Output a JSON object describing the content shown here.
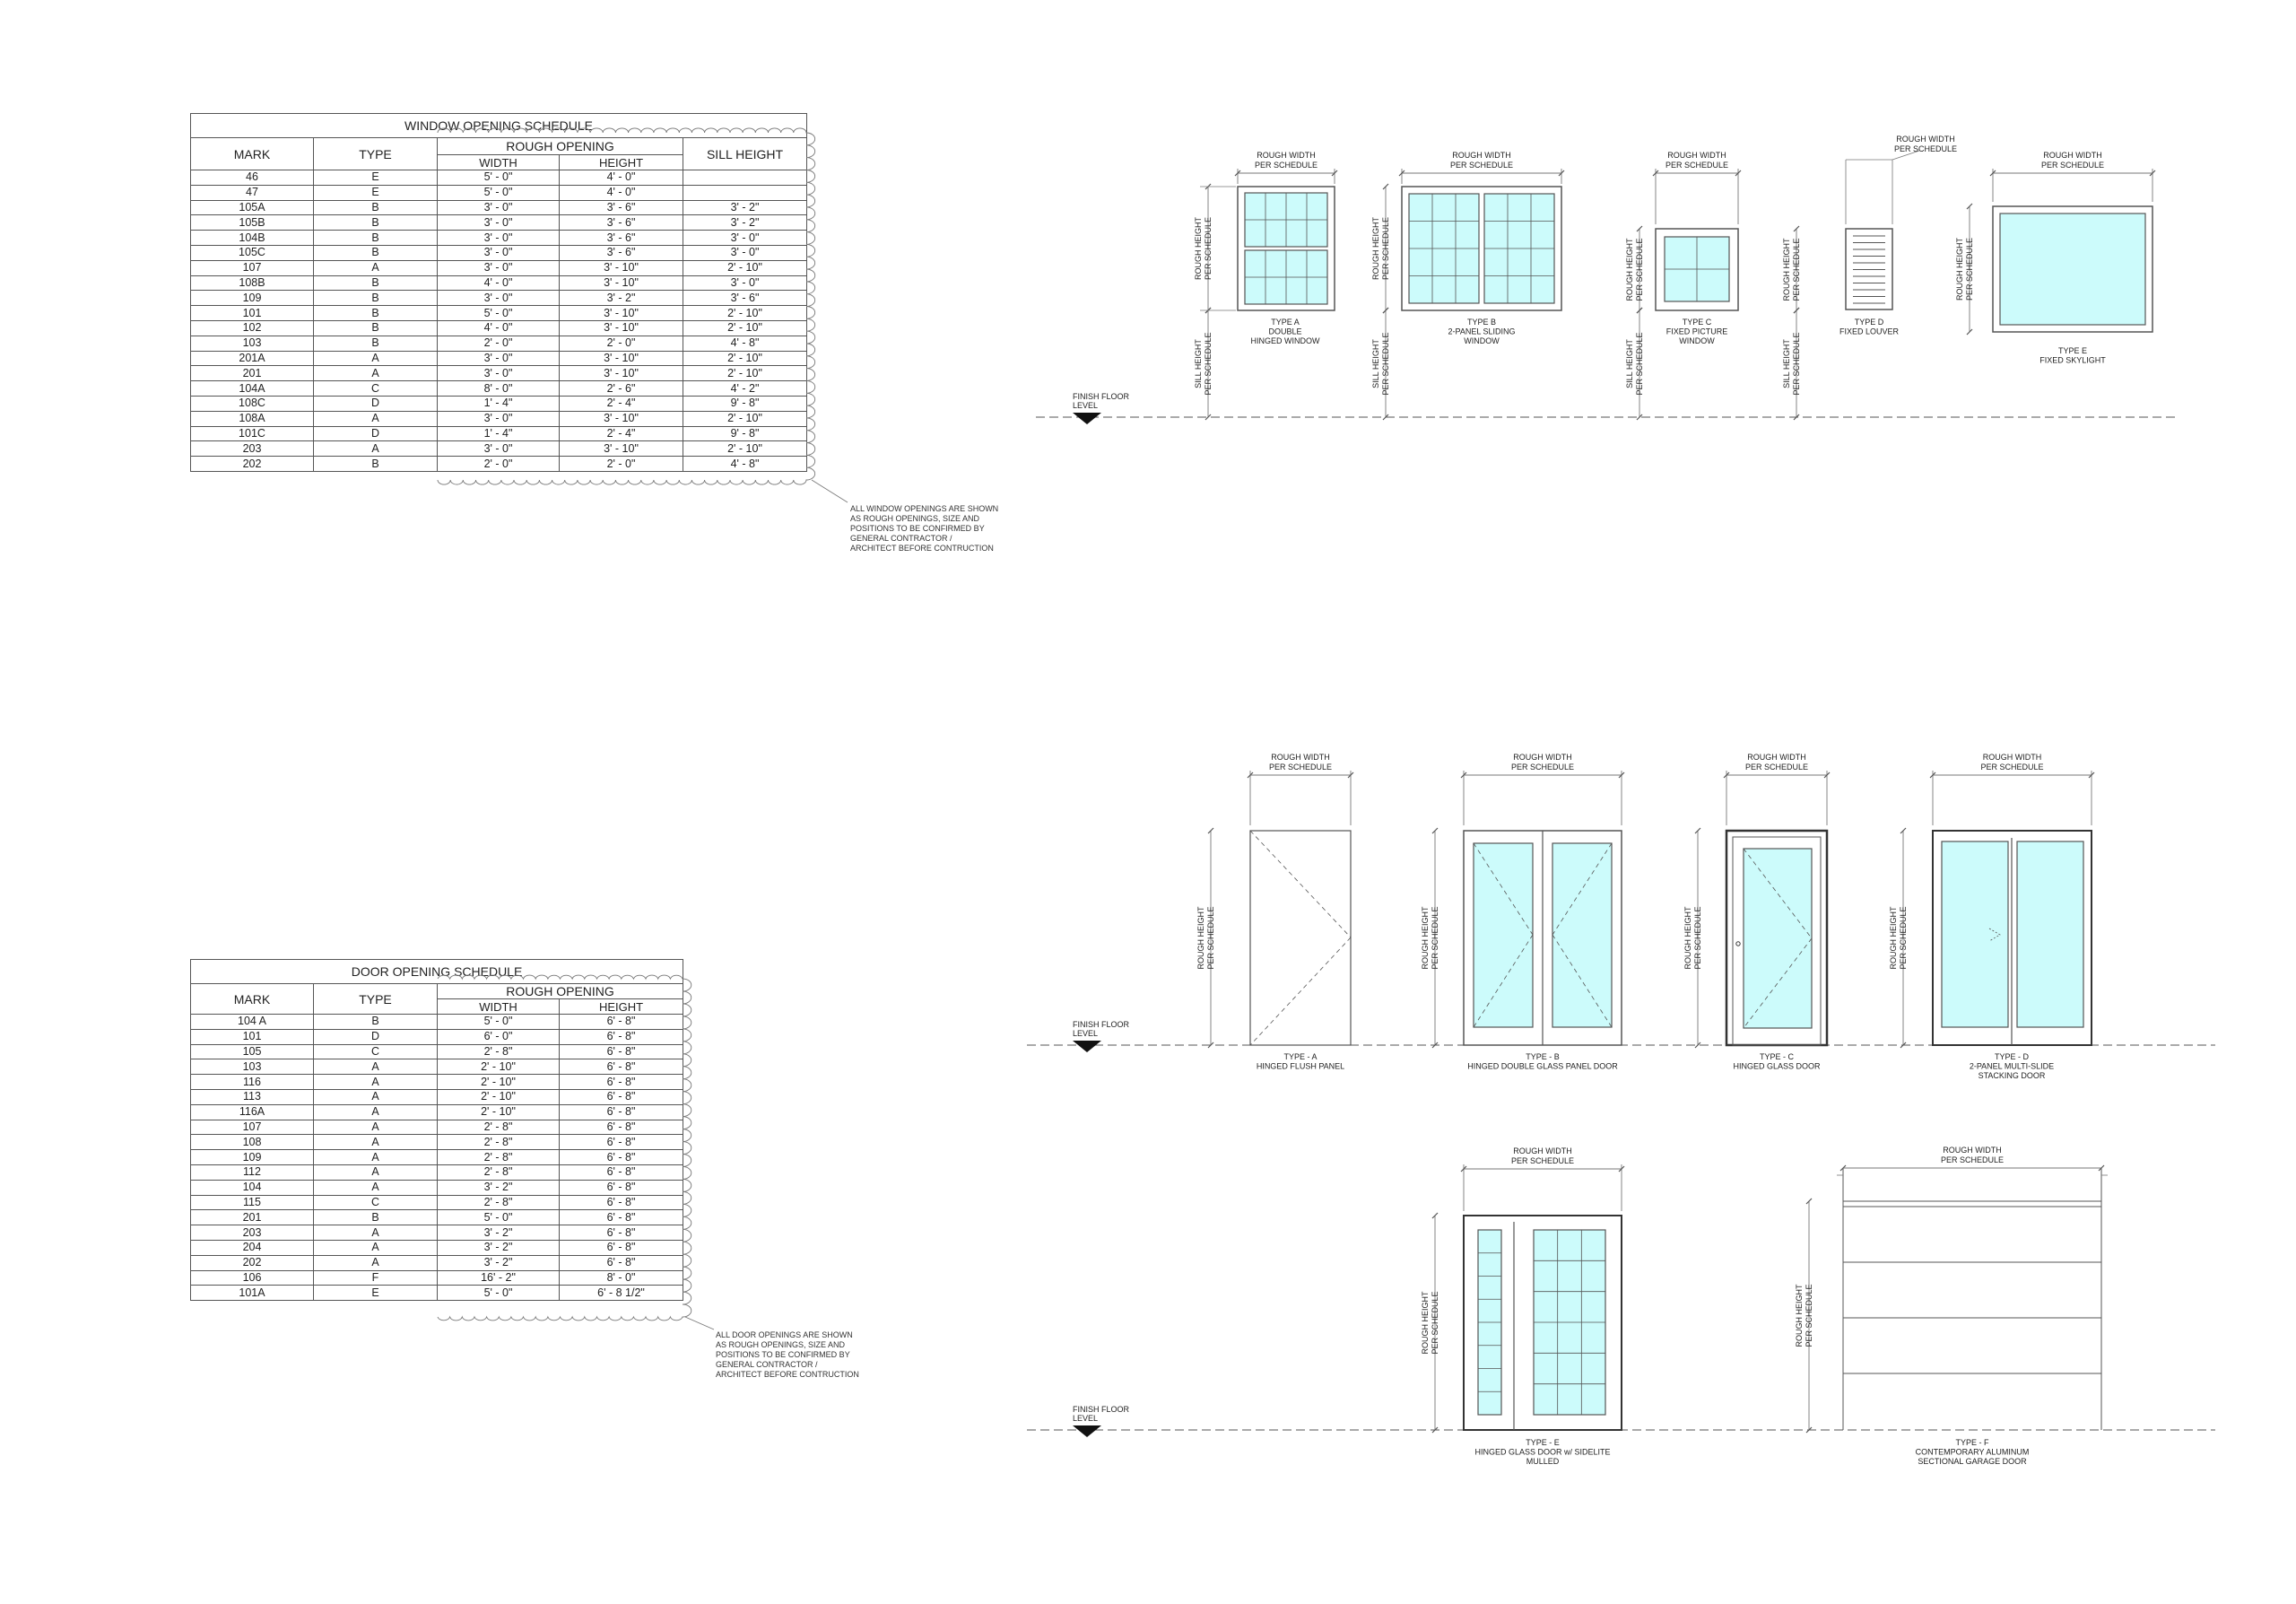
{
  "window_schedule": {
    "title": "WINDOW OPENING SCHEDULE",
    "columns": {
      "mark": "MARK",
      "type": "TYPE",
      "rough_opening": "ROUGH OPENING",
      "width": "WIDTH",
      "height": "HEIGHT",
      "sill": "SILL HEIGHT"
    },
    "rows": [
      {
        "mark": "46",
        "type": "E",
        "width": "5' - 0\"",
        "height": "4' - 0\"",
        "sill": ""
      },
      {
        "mark": "47",
        "type": "E",
        "width": "5' - 0\"",
        "height": "4' - 0\"",
        "sill": ""
      },
      {
        "mark": "105A",
        "type": "B",
        "width": "3' - 0\"",
        "height": "3' - 6\"",
        "sill": "3' - 2\""
      },
      {
        "mark": "105B",
        "type": "B",
        "width": "3' - 0\"",
        "height": "3' - 6\"",
        "sill": "3' - 2\""
      },
      {
        "mark": "104B",
        "type": "B",
        "width": "3' - 0\"",
        "height": "3' - 6\"",
        "sill": "3' - 0\""
      },
      {
        "mark": "105C",
        "type": "B",
        "width": "3' - 0\"",
        "height": "3' - 6\"",
        "sill": "3' - 0\""
      },
      {
        "mark": "107",
        "type": "A",
        "width": "3' - 0\"",
        "height": "3' - 10\"",
        "sill": "2' - 10\""
      },
      {
        "mark": "108B",
        "type": "B",
        "width": "4' - 0\"",
        "height": "3' - 10\"",
        "sill": "3' - 0\""
      },
      {
        "mark": "109",
        "type": "B",
        "width": "3' - 0\"",
        "height": "3' - 2\"",
        "sill": "3' - 6\""
      },
      {
        "mark": "101",
        "type": "B",
        "width": "5' - 0\"",
        "height": "3' - 10\"",
        "sill": "2' - 10\""
      },
      {
        "mark": "102",
        "type": "B",
        "width": "4' - 0\"",
        "height": "3' - 10\"",
        "sill": "2' - 10\""
      },
      {
        "mark": "103",
        "type": "B",
        "width": "2' - 0\"",
        "height": "2' - 0\"",
        "sill": "4' - 8\""
      },
      {
        "mark": "201A",
        "type": "A",
        "width": "3' - 0\"",
        "height": "3' - 10\"",
        "sill": "2' - 10\""
      },
      {
        "mark": "201",
        "type": "A",
        "width": "3' - 0\"",
        "height": "3' - 10\"",
        "sill": "2' - 10\""
      },
      {
        "mark": "104A",
        "type": "C",
        "width": "8' - 0\"",
        "height": "2' - 6\"",
        "sill": "4' - 2\""
      },
      {
        "mark": "108C",
        "type": "D",
        "width": "1' - 4\"",
        "height": "2' - 4\"",
        "sill": "9' - 8\""
      },
      {
        "mark": "108A",
        "type": "A",
        "width": "3' - 0\"",
        "height": "3' - 10\"",
        "sill": "2' - 10\""
      },
      {
        "mark": "101C",
        "type": "D",
        "width": "1' - 4\"",
        "height": "2' - 4\"",
        "sill": "9' - 8\""
      },
      {
        "mark": "203",
        "type": "A",
        "width": "3' - 0\"",
        "height": "3' - 10\"",
        "sill": "2' - 10\""
      },
      {
        "mark": "202",
        "type": "B",
        "width": "2' - 0\"",
        "height": "2' - 0\"",
        "sill": "4' - 8\""
      }
    ],
    "note": "ALL WINDOW OPENINGS ARE SHOWN\nAS ROUGH OPENINGS, SIZE AND\nPOSITIONS TO BE CONFIRMED BY\nGENERAL CONTRACTOR /\nARCHITECT BEFORE CONTRUCTION"
  },
  "door_schedule": {
    "title": "DOOR OPENING SCHEDULE",
    "columns": {
      "mark": "MARK",
      "type": "TYPE",
      "rough_opening": "ROUGH OPENING",
      "width": "WIDTH",
      "height": "HEIGHT"
    },
    "rows": [
      {
        "mark": "104 A",
        "type": "B",
        "width": "5' - 0\"",
        "height": "6' - 8\""
      },
      {
        "mark": "101",
        "type": "D",
        "width": "6' - 0\"",
        "height": "6' - 8\""
      },
      {
        "mark": "105",
        "type": "C",
        "width": "2' - 8\"",
        "height": "6' - 8\""
      },
      {
        "mark": "103",
        "type": "A",
        "width": "2' - 10\"",
        "height": "6' - 8\""
      },
      {
        "mark": "116",
        "type": "A",
        "width": "2' - 10\"",
        "height": "6' - 8\""
      },
      {
        "mark": "113",
        "type": "A",
        "width": "2' - 10\"",
        "height": "6' - 8\""
      },
      {
        "mark": "116A",
        "type": "A",
        "width": "2' - 10\"",
        "height": "6' - 8\""
      },
      {
        "mark": "107",
        "type": "A",
        "width": "2' - 8\"",
        "height": "6' - 8\""
      },
      {
        "mark": "108",
        "type": "A",
        "width": "2' - 8\"",
        "height": "6' - 8\""
      },
      {
        "mark": "109",
        "type": "A",
        "width": "2' - 8\"",
        "height": "6' - 8\""
      },
      {
        "mark": "112",
        "type": "A",
        "width": "2' - 8\"",
        "height": "6' - 8\""
      },
      {
        "mark": "104",
        "type": "A",
        "width": "3' - 2\"",
        "height": "6' - 8\""
      },
      {
        "mark": "115",
        "type": "C",
        "width": "2' - 8\"",
        "height": "6' - 8\""
      },
      {
        "mark": "201",
        "type": "B",
        "width": "5' - 0\"",
        "height": "6' - 8\""
      },
      {
        "mark": "203",
        "type": "A",
        "width": "3' - 2\"",
        "height": "6' - 8\""
      },
      {
        "mark": "204",
        "type": "A",
        "width": "3' - 2\"",
        "height": "6' - 8\""
      },
      {
        "mark": "202",
        "type": "A",
        "width": "3' - 2\"",
        "height": "6' - 8\""
      },
      {
        "mark": "106",
        "type": "F",
        "width": "16' - 2\"",
        "height": "8' - 0\""
      },
      {
        "mark": "101A",
        "type": "E",
        "width": "5' - 0\"",
        "height": "6' - 8 1/2\""
      }
    ],
    "note": "ALL DOOR OPENINGS ARE SHOWN\nAS ROUGH OPENINGS, SIZE AND\nPOSITIONS TO BE CONFIRMED BY\nGENERAL CONTRACTOR /\nARCHITECT BEFORE CONTRUCTION"
  },
  "labels": {
    "rough_width": "ROUGH WIDTH",
    "rough_width_typo": "ROUGH WIDTH",
    "rough_height": "ROUGH HEIGHT",
    "sill_height": "SILL HEIGHT",
    "per_schedule": "PER SCHEDULE",
    "finish_floor": "FINISH FLOOR",
    "level": "LEVEL"
  },
  "window_types": [
    {
      "lines": [
        "TYPE A",
        "DOUBLE",
        "HINGED WINDOW"
      ]
    },
    {
      "lines": [
        "TYPE B",
        "2-PANEL SLIDING",
        "WINDOW"
      ]
    },
    {
      "lines": [
        "TYPE C",
        "FIXED PICTURE",
        "WINDOW"
      ]
    },
    {
      "lines": [
        "TYPE D",
        "FIXED LOUVER"
      ]
    },
    {
      "lines": [
        "TYPE E",
        "FIXED SKYLIGHT"
      ]
    }
  ],
  "door_types": [
    {
      "lines": [
        "TYPE - A",
        "HINGED FLUSH PANEL"
      ]
    },
    {
      "lines": [
        "TYPE - B",
        "HINGED DOUBLE GLASS PANEL DOOR"
      ]
    },
    {
      "lines": [
        "TYPE - C",
        "HINGED GLASS DOOR"
      ]
    },
    {
      "lines": [
        "TYPE - D",
        "2-PANEL MULTI-SLIDE",
        "STACKING DOOR"
      ]
    },
    {
      "lines": [
        "TYPE - E",
        "HINGED GLASS DOOR w/ SIDELITE",
        "MULLED"
      ]
    },
    {
      "lines": [
        "TYPE - F",
        "CONTEMPORARY ALUMINUM",
        "SECTIONAL GARAGE DOOR"
      ]
    }
  ],
  "colors": {
    "line": "#555555",
    "glass": "#ccfbfb",
    "dim": "#777777",
    "text": "#222222"
  }
}
